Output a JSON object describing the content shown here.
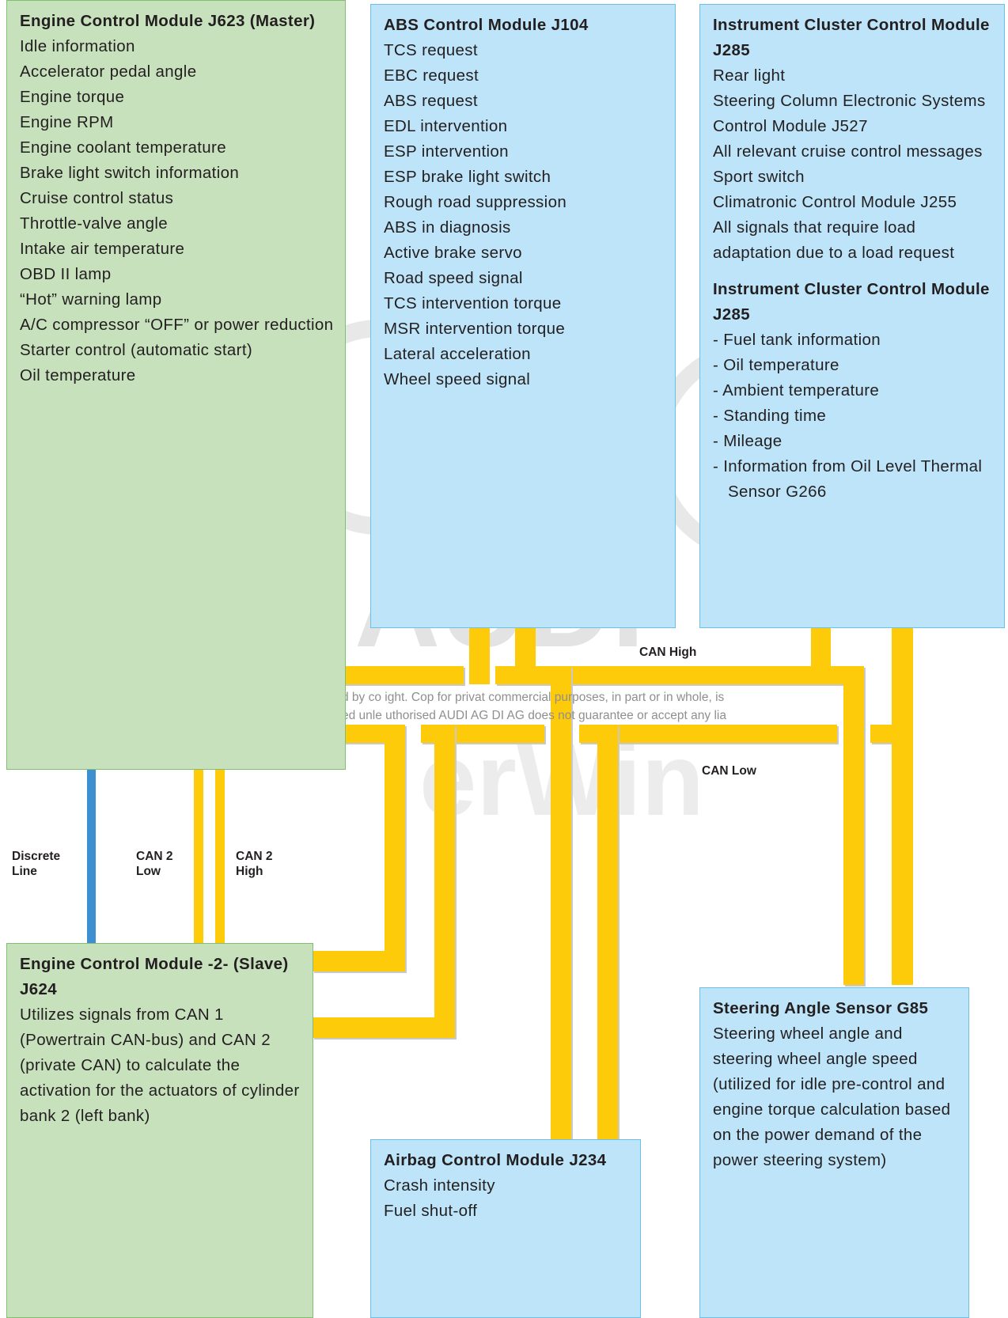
{
  "watermark": {
    "line1": "d by co    ight. Cop     for privat        commercial purposes, in part or in whole, is",
    "line2": "ed unle     uthorised   AUDI AG     DI AG does not guarantee or accept any lia",
    "logo_text": "AUDI",
    "site_text": "erWin"
  },
  "labels": {
    "can_high": "CAN High",
    "can_low": "CAN Low",
    "discrete_line": [
      "Discrete",
      "Line"
    ],
    "can2_low": [
      "CAN 2",
      "Low"
    ],
    "can2_high": [
      "CAN 2",
      "High"
    ]
  },
  "boxes": {
    "j623": {
      "title": "Engine Control Module J623 (Master)",
      "lines": [
        "Idle information",
        "Accelerator pedal angle",
        "Engine torque",
        "Engine RPM",
        "Engine coolant temperature",
        "Brake light switch information",
        "Cruise control status",
        "Throttle-valve angle",
        "Intake air temperature",
        "OBD II lamp",
        "“Hot” warning lamp",
        "A/C compressor “OFF” or power reduction",
        "Starter control (automatic start)",
        "Oil temperature"
      ]
    },
    "j104": {
      "title": "ABS Control Module J104",
      "lines": [
        "TCS request",
        "EBC request",
        "ABS request",
        "EDL intervention",
        "ESP intervention",
        "ESP brake light switch",
        "Rough road suppression",
        "ABS in diagnosis",
        "Active brake servo",
        "Road speed signal",
        "TCS intervention torque",
        "MSR intervention torque",
        "Lateral acceleration",
        "Wheel speed signal"
      ]
    },
    "j285": {
      "title": "Instrument Cluster Control Module J285",
      "lines": [
        "Rear light",
        "Steering Column Electronic Systems Control Module J527",
        "All relevant cruise control messages",
        "Sport switch",
        "Climatronic Control Module J255",
        "All signals that require load adaptation due to a load request"
      ],
      "title2": "Instrument Cluster Control Module J285",
      "dash_lines": [
        "-  Fuel tank information",
        "-  Oil temperature",
        "-  Ambient temperature",
        "-  Standing time",
        "-  Mileage",
        "-  Information from Oil Level Thermal Sensor G266"
      ]
    },
    "j624": {
      "title": "Engine Control Module -2- (Slave) J624",
      "lines": [
        "Utilizes signals from CAN 1 (Powertrain CAN-bus) and CAN 2 (private CAN) to calculate the activation for the actuators of cylinder bank 2 (left bank)"
      ]
    },
    "j234": {
      "title": "Airbag Control Module J234",
      "lines": [
        "Crash intensity",
        "Fuel shut-off"
      ]
    },
    "g85": {
      "title": "Steering Angle Sensor G85",
      "lines": [
        "Steering wheel angle and steering wheel angle speed (utilized for idle pre-control and engine torque calculation based on the power demand of the power steering system)"
      ]
    }
  },
  "colors": {
    "module_green": "#c8e1bd",
    "module_blue": "#bde4f8",
    "can_wire": "#fecb0b",
    "discrete_wire": "#3d8fd2"
  }
}
